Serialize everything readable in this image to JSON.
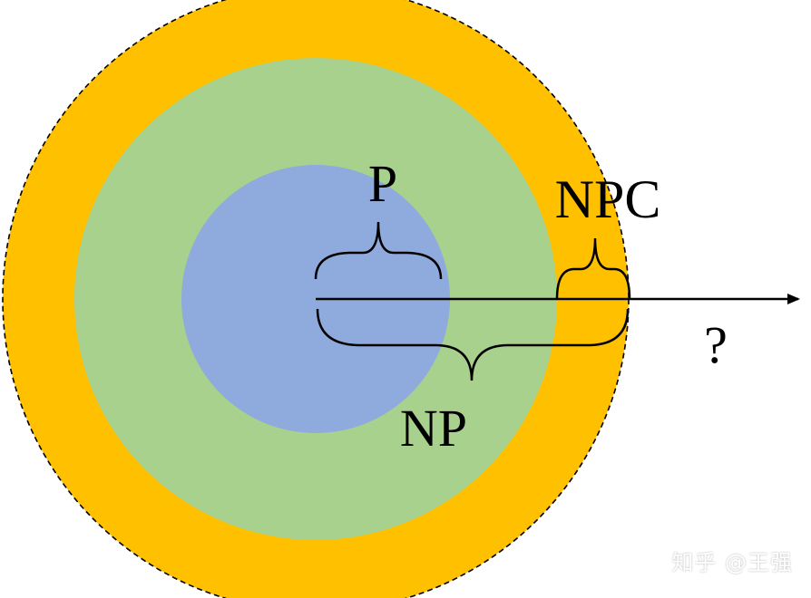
{
  "diagram": {
    "sets": [
      {
        "id": "npc_ring",
        "color": "#FFC000"
      },
      {
        "id": "np",
        "color": "#A9D18E"
      },
      {
        "id": "p",
        "color": "#8FAADC"
      }
    ],
    "labels": {
      "p": "P",
      "npc": "NPC",
      "np": "NP",
      "question": "?"
    },
    "stroke_color": "#000000"
  },
  "watermark": "知乎 @王强"
}
